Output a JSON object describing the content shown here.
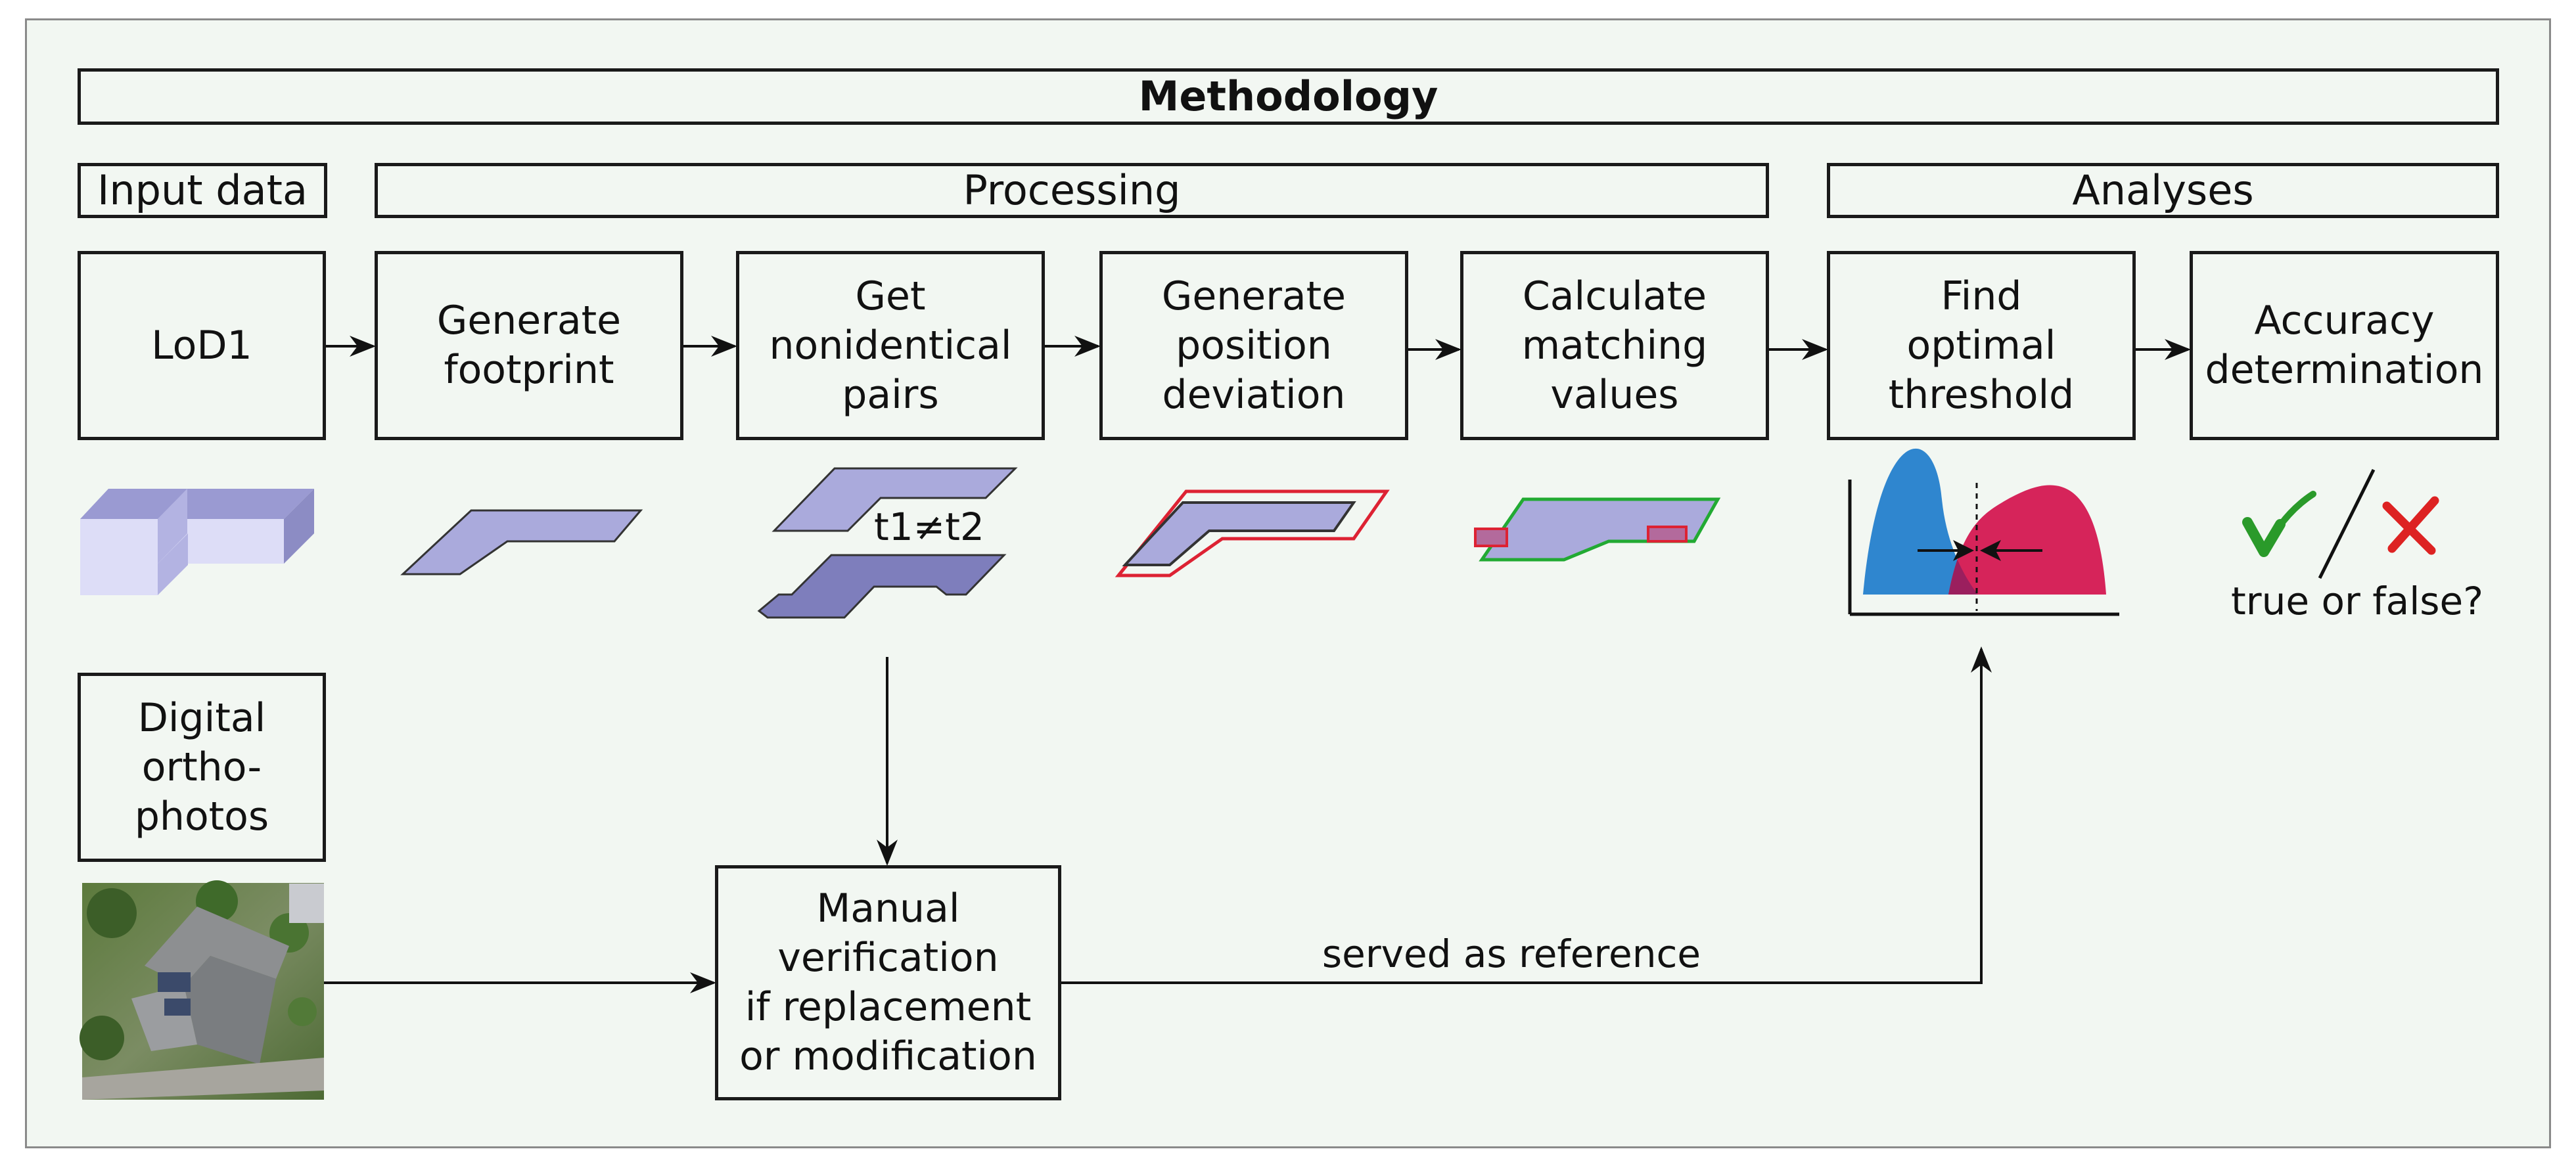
{
  "title": "Methodology",
  "sections": {
    "input": "Input data",
    "processing": "Processing",
    "analyses": "Analyses"
  },
  "steps": {
    "lod1": "LoD1",
    "generate_footprint": "Generate\nfootprint",
    "get_pairs": "Get\nnonidentical\npairs",
    "position_deviation": "Generate\nposition\ndeviation",
    "matching_values": "Calculate\nmatching\nvalues",
    "optimal_threshold": "Find\noptimal\nthreshold",
    "accuracy": "Accuracy\ndetermination",
    "orthophotos": "Digital\northo-\nphotos",
    "manual_verification": "Manual\nverification\nif replacement\nor modification"
  },
  "labels": {
    "time_inequality": "t1≠t2",
    "true_or_false": "true or false?",
    "served_as_reference": "served as reference"
  },
  "colors": {
    "footprint_fill": "#aaaadc",
    "footprint_dark_fill": "#7e7ebc",
    "deviation_outline": "#dd2233",
    "match_outline": "#22aa33",
    "distribution_blue": "#2f86cf",
    "distribution_red": "#d6245a",
    "check_green": "#2a9a2a",
    "cross_red": "#dd2222"
  }
}
